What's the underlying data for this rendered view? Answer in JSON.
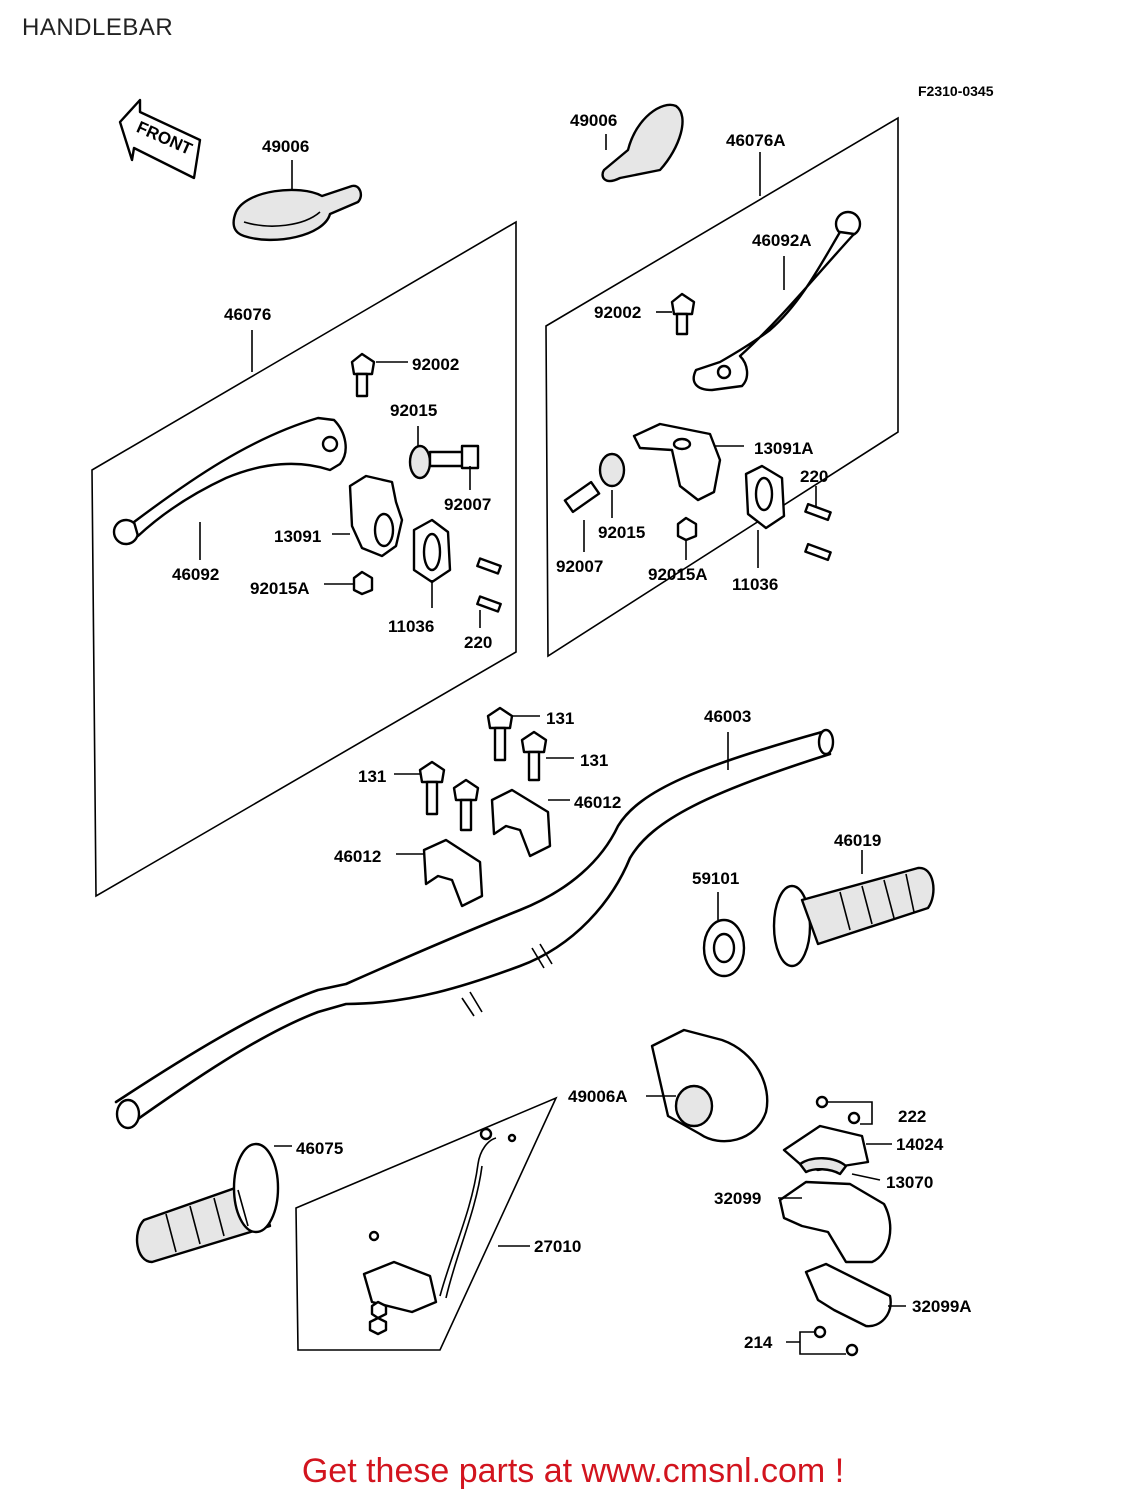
{
  "page": {
    "title": "HANDLEBAR",
    "figure_code": "F2310-0345",
    "front_label": "FRONT",
    "footer": "Get these parts at www.cmsnl.com !",
    "accent_color": "#d2141e"
  },
  "parts": [
    {
      "id": "p1",
      "no": "49006"
    },
    {
      "id": "p2",
      "no": "49006"
    },
    {
      "id": "p3",
      "no": "46076A"
    },
    {
      "id": "p4",
      "no": "46092A"
    },
    {
      "id": "p5",
      "no": "92002"
    },
    {
      "id": "p6",
      "no": "46076"
    },
    {
      "id": "p7",
      "no": "92002"
    },
    {
      "id": "p8",
      "no": "92015"
    },
    {
      "id": "p9",
      "no": "92007"
    },
    {
      "id": "p10",
      "no": "13091"
    },
    {
      "id": "p11",
      "no": "46092"
    },
    {
      "id": "p12",
      "no": "92015A"
    },
    {
      "id": "p13",
      "no": "11036"
    },
    {
      "id": "p14",
      "no": "220"
    },
    {
      "id": "p15",
      "no": "13091A"
    },
    {
      "id": "p16",
      "no": "220"
    },
    {
      "id": "p17",
      "no": "92015"
    },
    {
      "id": "p18",
      "no": "92007"
    },
    {
      "id": "p19",
      "no": "92015A"
    },
    {
      "id": "p20",
      "no": "11036"
    },
    {
      "id": "p21",
      "no": "131"
    },
    {
      "id": "p22",
      "no": "131"
    },
    {
      "id": "p23",
      "no": "131"
    },
    {
      "id": "p24",
      "no": "46003"
    },
    {
      "id": "p25",
      "no": "46012"
    },
    {
      "id": "p26",
      "no": "46012"
    },
    {
      "id": "p27",
      "no": "46019"
    },
    {
      "id": "p28",
      "no": "59101"
    },
    {
      "id": "p29",
      "no": "49006A"
    },
    {
      "id": "p30",
      "no": "222"
    },
    {
      "id": "p31",
      "no": "14024"
    },
    {
      "id": "p32",
      "no": "13070"
    },
    {
      "id": "p33",
      "no": "32099"
    },
    {
      "id": "p34",
      "no": "32099A"
    },
    {
      "id": "p35",
      "no": "214"
    },
    {
      "id": "p36",
      "no": "46075"
    },
    {
      "id": "p37",
      "no": "27010"
    }
  ]
}
